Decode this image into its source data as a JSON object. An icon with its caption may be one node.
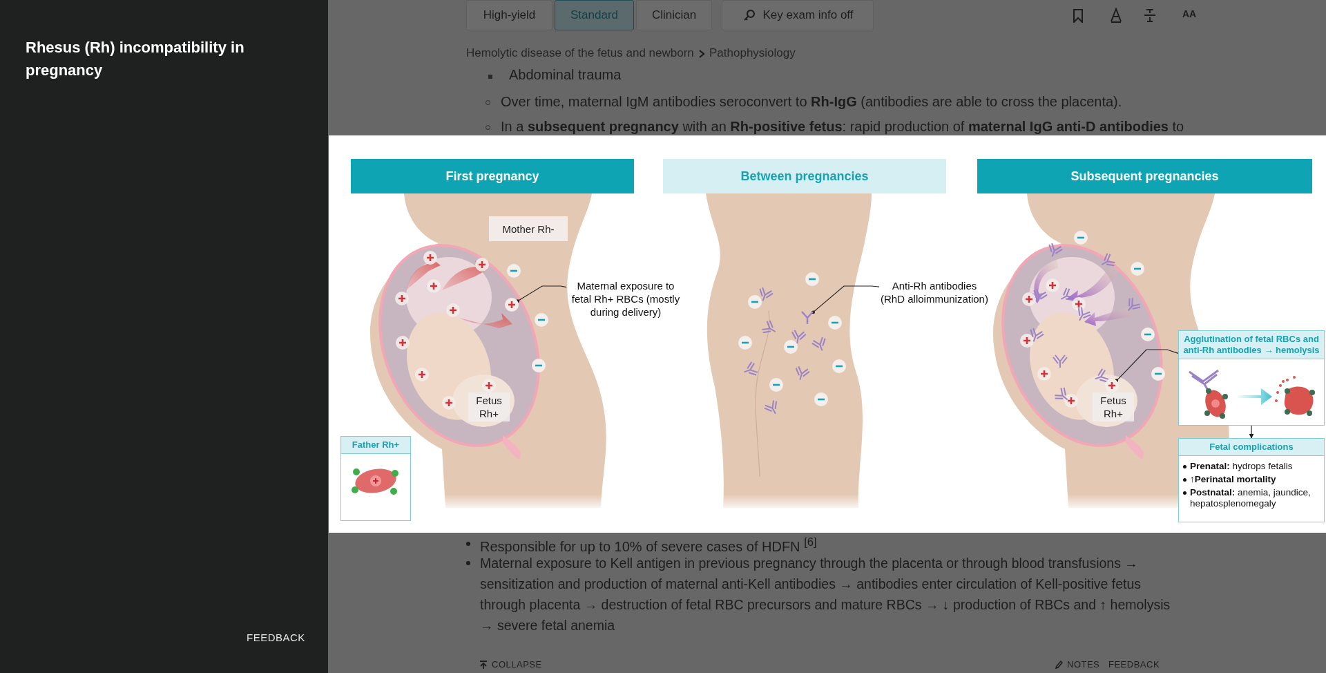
{
  "diagram": {
    "title": "Rhesus (Rh) incompatibility in pregnancy",
    "nodes": [
      {
        "text": [
          "First pregnancy"
        ]
      },
      {
        "text": [
          "Between pregnancies"
        ]
      },
      {
        "text": [
          "Subsequent pregnancies"
        ]
      },
      {
        "text": [
          "Mother Rh-"
        ]
      },
      {
        "text": [
          "Maternal exposure to fetal Rh+ RBCs (mostly during delivery)"
        ]
      },
      {
        "text": [
          "Fetus Rh+"
        ]
      },
      {
        "text": [
          "Father Rh+"
        ]
      },
      {
        "text": [
          "Anti-Rh antibodies (RhD alloimmunization)"
        ]
      },
      {
        "text": [
          "Fetus Rh+"
        ]
      },
      {
        "text": [
          "Agglutination of fetal RBCs and anti-Rh antibodies → hemolysis"
        ]
      },
      {
        "text": [
          "Fetal complications",
          "**Prenatal:** hydrops fetalis",
          "↑**Perinatal mortality**",
          "**Postnatal:** anemia, jaundice, hepatosplenomegaly"
        ]
      },
      {
        "text": [],
        "shape": "circle"
      },
      {
        "text": [],
        "shape": "picture"
      },
      {
        "text": [],
        "shape": "circle"
      }
    ],
    "edges": [
      {
        "from": 4,
        "to": 11,
        "arrow": "other"
      },
      {
        "from": 7,
        "to": 12,
        "arrow": "other"
      },
      {
        "from": 9,
        "to": 13,
        "arrow": "other"
      },
      {
        "from": 9,
        "to": 10,
        "arrow": "to"
      }
    ],
    "labels": [
      "FEEDBACK",
      "High-yield",
      "Standard",
      "Clinician",
      "Key exam info off",
      "AA",
      "Hemolytic disease of the fetus and newborn",
      "Pathophysiology",
      "Abdominal trauma",
      "Over time, maternal IgM antibodies seroconvert to **Rh-IgG** (antibodies are able to cross the placenta).",
      "In a **subsequent pregnancy** with an **Rh-positive fetus**: rapid production of **maternal IgG anti-D antibodies** to",
      "Responsible for up to 10% of severe cases of HDFN $^{[6]}$",
      "Maternal exposure to Kell antigen in previous pregnancy through the placenta or through blood transfusions → sensitization and production of maternal anti-Kell antibodies → antibodies enter circulation of Kell-positive fetus through placenta → destruction of fetal RBC precursors and mature RBCs → ↓ production of RBCs and ↑ hemolysis → severe fetal anemia",
      "COLLAPSE",
      "NOTES",
      "FEEDBACK"
    ]
  }
}
